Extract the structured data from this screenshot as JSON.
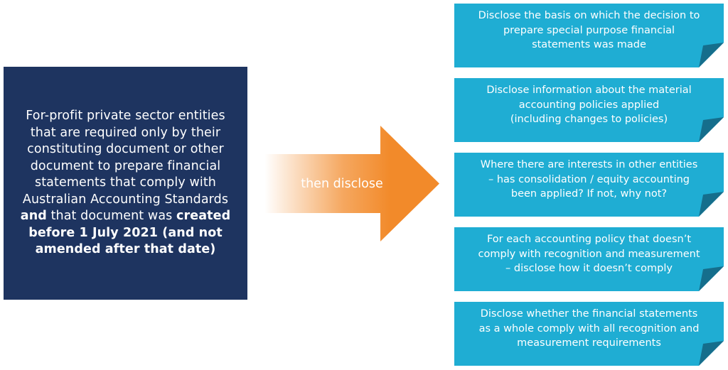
{
  "source_box": {
    "lines": [
      [
        {
          "text": "For-profit private sector entities",
          "bold": false
        }
      ],
      [
        {
          "text": "that are required only by their",
          "bold": false
        }
      ],
      [
        {
          "text": "constituting document or other",
          "bold": false
        }
      ],
      [
        {
          "text": "document to prepare financial",
          "bold": false
        }
      ],
      [
        {
          "text": "statements that comply with",
          "bold": false
        }
      ],
      [
        {
          "text": "Australian Accounting Standards",
          "bold": false
        }
      ],
      [
        {
          "text": "and",
          "bold": true
        },
        {
          "text": " that document was ",
          "bold": false
        },
        {
          "text": "created",
          "bold": true
        }
      ],
      [
        {
          "text": "before 1 July 2021 (and not",
          "bold": true
        }
      ],
      [
        {
          "text": "amended after that date)",
          "bold": true
        }
      ]
    ]
  },
  "arrow": {
    "label": "then disclose",
    "color": "#f28a2a"
  },
  "disclosures": [
    {
      "lines": [
        "Disclose the basis on which the decision to",
        "prepare special purpose financial",
        "statements was made"
      ]
    },
    {
      "lines": [
        "Disclose information about the material",
        "accounting policies applied",
        "(including changes to policies)"
      ]
    },
    {
      "lines": [
        "Where there are interests in other entities",
        "– has consolidation / equity accounting",
        "been applied? If not, why not?"
      ]
    },
    {
      "lines": [
        "For each accounting policy that doesn’t",
        "comply with recognition and measurement",
        "– disclose how it doesn’t comply"
      ]
    },
    {
      "lines": [
        "Disclose whether the financial statements",
        "as a whole comply with all recognition and",
        "measurement requirements"
      ]
    }
  ],
  "colors": {
    "navy": "#1e3460",
    "teal": "#1fadd3",
    "teal_fold": "#156e8c",
    "orange": "#f28a2a"
  }
}
